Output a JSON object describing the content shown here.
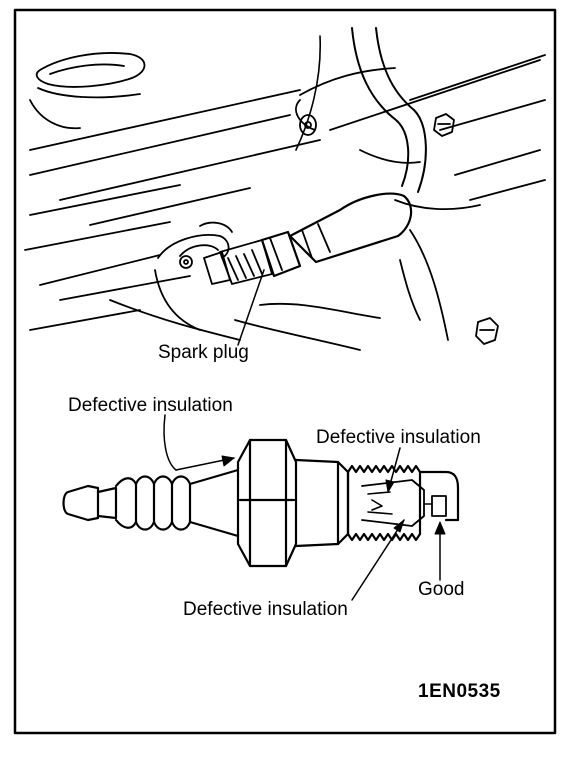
{
  "labels": {
    "spark_plug": "Spark plug",
    "defective_insulation_top": "Defective insulation",
    "defective_insulation_right": "Defective insulation",
    "good": "Good",
    "defective_insulation_bottom": "Defective insulation",
    "figure_code": "1EN0535"
  },
  "colors": {
    "ink": "#000000",
    "paper": "#ffffff"
  }
}
